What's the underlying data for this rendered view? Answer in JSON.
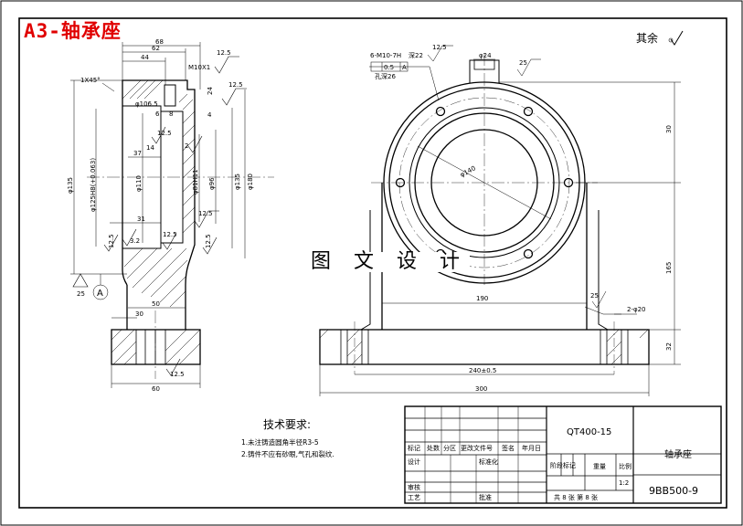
{
  "title": "A3-轴承座",
  "watermark": "图 文 设 计",
  "roughness_rest": "其余",
  "tech_requirements": {
    "heading": "技术要求:",
    "items": [
      "1.未注铸造圆角半径R3-5",
      "2.铸件不应有砂眼,气孔和裂纹."
    ]
  },
  "title_block": {
    "material": "QT400-15",
    "part_name": "轴承座",
    "drawing_no": "9BB500-9",
    "scale": "1:2",
    "scale_label": "比例",
    "weight_label": "重量",
    "stage_label": "阶段标记",
    "sheets": "共 8 张 第 8 张",
    "headers": [
      "标记",
      "处数",
      "分区",
      "更改文件号",
      "签名",
      "年月日"
    ],
    "design": "设计",
    "standardize": "标准化",
    "review": "审核",
    "process": "工艺",
    "approve": "批准"
  },
  "dimensions": {
    "side": [
      "68",
      "62",
      "44",
      "M10X1",
      "12.5",
      "1X45°",
      "24",
      "12.5",
      "φ106.5",
      "6",
      "8",
      "4",
      "2",
      "37",
      "14",
      "12.5",
      "φ135",
      "φ125H8(+0.063)",
      "φ110",
      "φ81H11",
      "φ96",
      "φ135",
      "φ180",
      "31",
      "12.5",
      "12.5",
      "3.2",
      "12.5",
      "25",
      "A",
      "50",
      "30",
      "60",
      "12.5",
      "12.5"
    ],
    "front": [
      "6-M10-7H",
      "深22",
      "孔深26",
      "0.5",
      "A",
      "12.5",
      "φ24",
      "25",
      "30",
      "φ140",
      "165",
      "190",
      "25",
      "2-φ20",
      "240±0.5",
      "300",
      "32"
    ]
  }
}
